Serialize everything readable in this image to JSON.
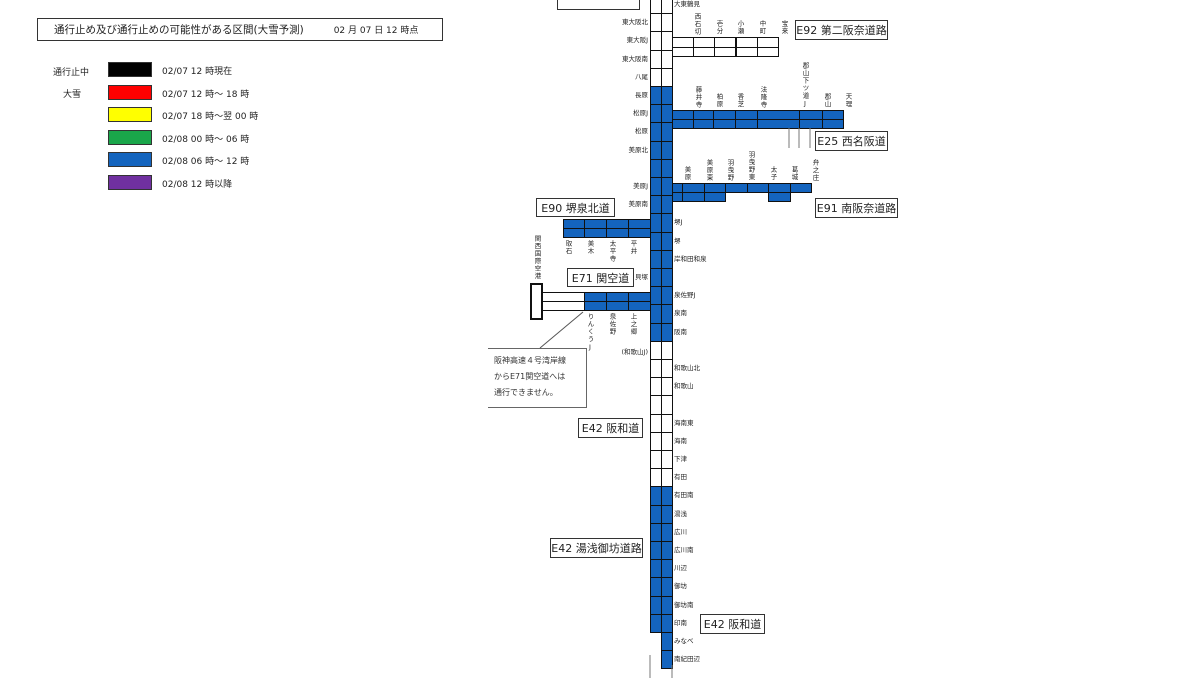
{
  "header": {
    "title": "通行止め及び通行止めの可能性がある区間(大雪予測)",
    "date": "02 月 07 日 12 時点"
  },
  "legend": {
    "group_closed": "通行止中",
    "group_snow": "大雪",
    "items": [
      {
        "text": "02/07 12 時現在",
        "color": "#000000"
      },
      {
        "text": "02/07 12 時～ 18 時",
        "color": "#ff0000"
      },
      {
        "text": "02/07 18 時～翌 00 時",
        "color": "#ffff00"
      },
      {
        "text": "02/08 00 時～ 06 時",
        "color": "#1aa64a"
      },
      {
        "text": "02/08 06 時～ 12 時",
        "color": "#1464be"
      },
      {
        "text": "02/08 12 時以降",
        "color": "#7030a0"
      }
    ]
  },
  "colors": {
    "blue": "#1464be",
    "white": "#ffffff"
  },
  "trunk": [
    {
      "label": "大東鶴見",
      "side": "R",
      "status": "white"
    },
    {
      "label": "東大阪北",
      "side": "L",
      "status": "white"
    },
    {
      "label": "東大阪J",
      "side": "L",
      "status": "white"
    },
    {
      "label": "東大阪南",
      "side": "L",
      "status": "white"
    },
    {
      "label": "八尾",
      "side": "L",
      "status": "white"
    },
    {
      "label": "長原",
      "side": "L",
      "status": "blue"
    },
    {
      "label": "松原J",
      "side": "L",
      "status": "blue"
    },
    {
      "label": "松原",
      "side": "L",
      "status": "blue"
    },
    {
      "label": "美原北",
      "side": "L",
      "status": "blue"
    },
    {
      "label": "",
      "side": "L",
      "status": "blue"
    },
    {
      "label": "美原J",
      "side": "L",
      "status": "blue"
    },
    {
      "label": "美原南",
      "side": "L",
      "status": "blue"
    },
    {
      "label": "堺J",
      "side": "R",
      "status": "blue"
    },
    {
      "label": "堺",
      "side": "R",
      "status": "blue"
    },
    {
      "label": "岸和田和泉",
      "side": "R",
      "status": "blue"
    },
    {
      "label": "貝塚",
      "side": "L",
      "status": "blue"
    },
    {
      "label": "泉佐野J",
      "side": "R",
      "status": "blue"
    },
    {
      "label": "泉南",
      "side": "R",
      "status": "blue"
    },
    {
      "label": "阪南",
      "side": "R",
      "status": "blue"
    },
    {
      "label": "(和歌山J)",
      "side": "L",
      "status": "white"
    },
    {
      "label": "和歌山北",
      "side": "R",
      "status": "white"
    },
    {
      "label": "和歌山",
      "side": "R",
      "status": "white"
    },
    {
      "label": "",
      "side": "R",
      "status": "white"
    },
    {
      "label": "海南東",
      "side": "R",
      "status": "white"
    },
    {
      "label": "海南",
      "side": "R",
      "status": "white"
    },
    {
      "label": "下津",
      "side": "R",
      "status": "white"
    },
    {
      "label": "有田",
      "side": "R",
      "status": "white"
    },
    {
      "label": "有田南",
      "side": "R",
      "status": "blue"
    },
    {
      "label": "湯浅",
      "side": "R",
      "status": "blue"
    },
    {
      "label": "広川",
      "side": "R",
      "status": "blue"
    },
    {
      "label": "広川南",
      "side": "R",
      "status": "blue"
    },
    {
      "label": "川辺",
      "side": "R",
      "status": "blue"
    },
    {
      "label": "御坊",
      "side": "R",
      "status": "blue"
    },
    {
      "label": "御坊南",
      "side": "R",
      "status": "blue"
    },
    {
      "label": "印南",
      "side": "R",
      "status": "blue"
    },
    {
      "label": "みなべ",
      "side": "R",
      "status": "blue"
    },
    {
      "label": "南紀田辺",
      "side": "R",
      "status": "blue"
    }
  ],
  "roads": {
    "e92": "E92 第二阪奈道路",
    "e25": "E25 西名阪道",
    "e91": "E91 南阪奈道路",
    "e90": "E90 堺泉北道",
    "e71": "E71 関空道",
    "e42a": "E42 阪和道",
    "e42b": "E42 湯浅御坊道路",
    "e42c": "E42 阪和道"
  },
  "branches": {
    "e92": [
      "西石切",
      "壱分",
      "小瀬",
      "中町",
      "宝来"
    ],
    "e25": [
      "藤井寺",
      "柏原",
      "香芝",
      "法隆寺",
      "郡山下ツ道J",
      "郡山",
      "天理"
    ],
    "e91": [
      "美原",
      "美原東",
      "羽曳野",
      "羽曳野東",
      "太子",
      "葛城",
      "弁之庄"
    ],
    "e90": [
      "取石",
      "美木",
      "太平寺",
      "平井"
    ],
    "e71": [
      "りんくうJ",
      "泉佐野",
      "上之郷"
    ],
    "airport": "関西国際空港"
  },
  "note": [
    "阪神高速４号湾岸線",
    "からE71関空道へは",
    "通行できません。"
  ]
}
